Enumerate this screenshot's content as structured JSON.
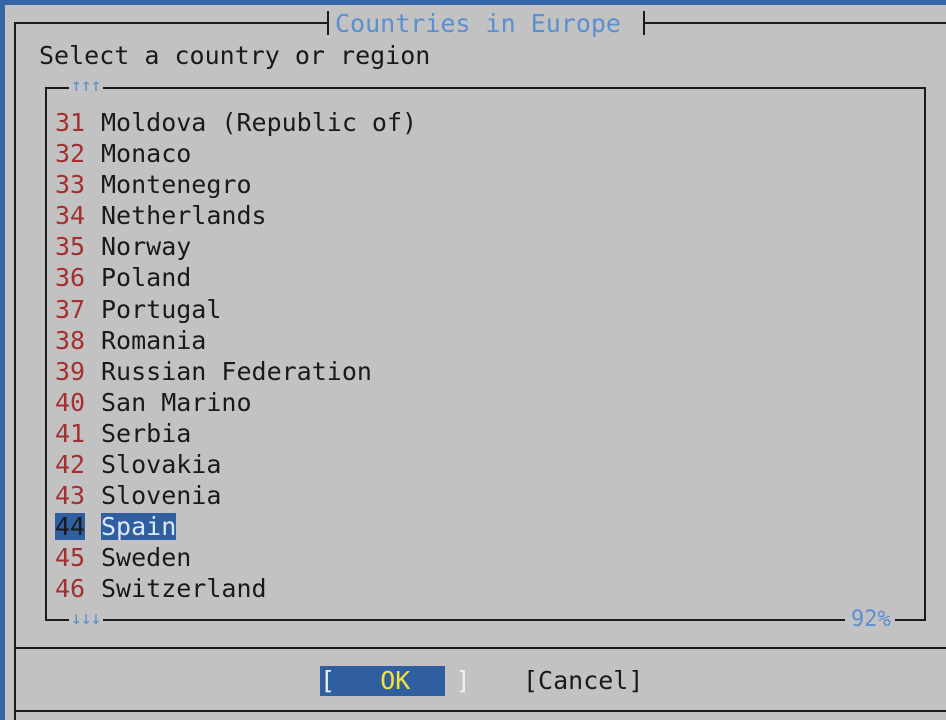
{
  "dialog": {
    "title": "Countries in Europe",
    "prompt": "Select a country or region"
  },
  "list": {
    "scroll_up": "↑↑↑",
    "scroll_down": "↓↓↓",
    "scroll_percent": "92%",
    "selected_index": 13,
    "items": [
      {
        "num": "31",
        "label": "Moldova (Republic of)"
      },
      {
        "num": "32",
        "label": "Monaco"
      },
      {
        "num": "33",
        "label": "Montenegro"
      },
      {
        "num": "34",
        "label": "Netherlands"
      },
      {
        "num": "35",
        "label": "Norway"
      },
      {
        "num": "36",
        "label": "Poland"
      },
      {
        "num": "37",
        "label": "Portugal"
      },
      {
        "num": "38",
        "label": "Romania"
      },
      {
        "num": "39",
        "label": "Russian Federation"
      },
      {
        "num": "40",
        "label": "San Marino"
      },
      {
        "num": "41",
        "label": "Serbia"
      },
      {
        "num": "42",
        "label": "Slovakia"
      },
      {
        "num": "43",
        "label": "Slovenia"
      },
      {
        "num": "44",
        "label": "Spain"
      },
      {
        "num": "45",
        "label": "Sweden"
      },
      {
        "num": "46",
        "label": "Switzerland"
      }
    ]
  },
  "buttons": {
    "ok_open": "[",
    "ok_label": "OK",
    "ok_close": "]",
    "cancel": "[Cancel]"
  },
  "colors": {
    "background": "#3465a4",
    "dialog": "#c2c2c2",
    "accent": "#5b8fd0",
    "selection": "#2f5fa0",
    "number": "#a33030",
    "ok_label": "#f4e33a"
  }
}
